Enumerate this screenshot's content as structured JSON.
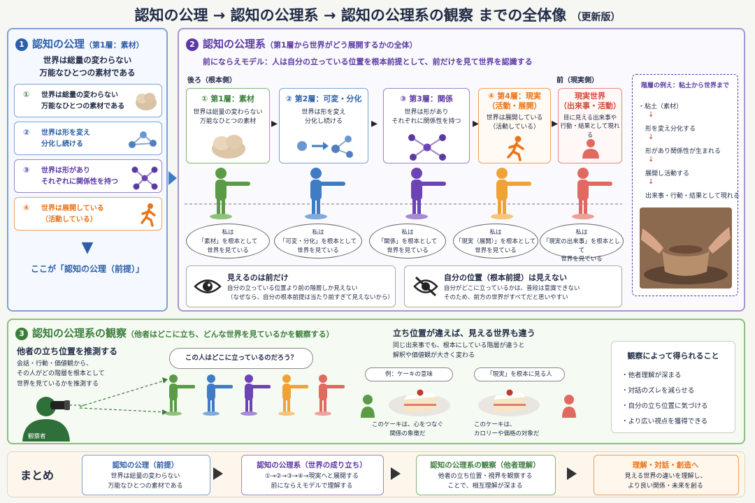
{
  "title": {
    "main": "認知の公理 → 認知の公理系 → 認知の公理系の観察 までの全体像",
    "suffix": "（更新版）"
  },
  "colors": {
    "blue": "#2d5fa8",
    "purple": "#5b3aa3",
    "green": "#3b7d3b",
    "orange": "#e8751a",
    "red": "#d24a3c",
    "green_fig": "#5c9b45",
    "blue_fig": "#3f7cc4",
    "purple_fig": "#6d44b5",
    "orange_fig": "#f0a335",
    "red_fig": "#e06a61"
  },
  "s1": {
    "num": "1",
    "title": "認知の公理",
    "subtitle": "（第1層：素材）",
    "lead1": "世界は総量の変わらない",
    "lead2": "万能なひとつの素材である",
    "items": [
      {
        "num": "①",
        "l1": "世界は総量の変わらない",
        "l2": "万能なひとつの素材である",
        "icon": "clay-icon"
      },
      {
        "num": "②",
        "l1": "世界は形を変え",
        "l2": "分化し続ける",
        "icon": "split-icon"
      },
      {
        "num": "③",
        "l1": "世界は形があり",
        "l2": "それぞれに関係性を持つ",
        "icon": "network-icon"
      },
      {
        "num": "④",
        "l1": "世界は展開している",
        "l2": "（活動している）",
        "icon": "running-icon"
      }
    ],
    "footer": "ここが「認知の公理（前提）」"
  },
  "s2": {
    "num": "2",
    "title": "認知の公理系",
    "subtitle": "（第1層から世界がどう展開するかの全体）",
    "lead": "前にならえモデル：人は自分の立っている位置を根本前提として、前だけを見て世界を認識する",
    "back": "後ろ（根本側）",
    "front": "前（現実側）",
    "layers": [
      {
        "t1": "① 第1層：素材",
        "t2": "",
        "d1": "世界は総量の変わらない",
        "d2": "万能なひとつの素材"
      },
      {
        "t1": "② 第2層：可変・分化",
        "t2": "",
        "d1": "世界は形を変え",
        "d2": "分化し続ける"
      },
      {
        "t1": "③ 第3層：関係",
        "t2": "",
        "d1": "世界は形があり",
        "d2": "それぞれに関係性を持つ"
      },
      {
        "t1": "④ 第4層：現実",
        "t2": "（活動・展開）",
        "d1": "世界は展開している",
        "d2": "（活動している）"
      },
      {
        "t1": "現実世界",
        "t2": "（出来事・活動）",
        "d1": "目に見える出来事や",
        "d2": "行動・結果として現れる"
      }
    ],
    "bubbles": [
      {
        "l1": "私は",
        "l2": "「素材」を根本として",
        "l3": "世界を見ている"
      },
      {
        "l1": "私は",
        "l2": "「可変・分化」を根本として",
        "l3": "世界を見ている"
      },
      {
        "l1": "私は",
        "l2": "「関係」を根本として",
        "l3": "世界を見ている"
      },
      {
        "l1": "私は",
        "l2": "「現実（展開）」を根本として",
        "l3": "世界を見ている"
      },
      {
        "l1": "私は",
        "l2": "「現実の出来事」を根本として",
        "l3": "世界を見ている"
      }
    ],
    "see": {
      "title": "見えるのは前だけ",
      "l1": "自分の立っている位置より前の階層しか見えない",
      "l2": "（なぜなら、自分の根本前提は当たり前すぎて見えないから）"
    },
    "blind": {
      "title": "自分の位置（根本前提）は見えない",
      "l1": "自分がどこに立っているかは、普段は意識できない",
      "l2": "そのため、前方の世界がすべてだと思いやすい"
    },
    "example": {
      "title": "階層の例え：粘土から世界まで",
      "items": [
        "・粘土（素材）",
        "形を変え分化する",
        "形があり関係性が生まれる",
        "展開し活動する",
        "出来事・行動・結果として現れる"
      ]
    }
  },
  "s3": {
    "num": "3",
    "title": "認知の公理系の観察",
    "subtitle": "（他者はどこに立ち、どんな世界を見ているかを観察する）",
    "guess": {
      "title": "他者の立ち位置を推測する",
      "l1": "会話・行動・価値観から、",
      "l2": "その人がどの階層を根本として",
      "l3": "世界を見ているかを推測する"
    },
    "question": "この人はどこに立っているのだろう？",
    "observer": "観察者",
    "diff": {
      "title": "立ち位置が違えば、見える世界も違う",
      "l1": "同じ出来事でも、根本にしている階層が違うと",
      "l2": "解釈や価値観が大きく変わる"
    },
    "cake1": {
      "tag": "例：ケーキの意味",
      "l1": "このケーキは、心をつなぐ",
      "l2": "関係の象徴だ"
    },
    "cake2": {
      "tag": "「現実」を根本に見る人",
      "l1": "このケーキは、",
      "l2": "カロリーや価格の対象だ"
    },
    "gains": {
      "title": "観察によって得られること",
      "items": [
        "・他者理解が深まる",
        "・対話のズレを減らせる",
        "・自分の立ち位置に気づける",
        "・より広い視点を獲得できる"
      ]
    }
  },
  "summary": {
    "label": "まとめ",
    "cards": [
      {
        "title": "認知の公理（前提）",
        "l1": "世界は総量の変わらない",
        "l2": "万能なひとつの素材である"
      },
      {
        "title": "認知の公理系（世界の成り立ち）",
        "l1": "①→②→③→④→現実へと展開する",
        "l2": "前にならえモデルで理解する"
      },
      {
        "title": "認知の公理系の観察（他者理解）",
        "l1": "他者の立ち位置・視界を観察する",
        "l2": "ことで、相互理解が深まる"
      },
      {
        "title": "理解・対話・創造へ",
        "l1": "見える世界の違いを理解し、",
        "l2": "より良い関係・未来を創る"
      }
    ]
  }
}
